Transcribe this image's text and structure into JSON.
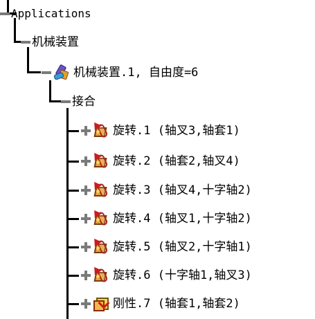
{
  "tree": {
    "root": {
      "label": "Applications"
    },
    "mechanism_node": {
      "label": "机械装置"
    },
    "mechanism_instance": {
      "label": "机械装置.1, 自由度=6",
      "icon": "mechanism-icon"
    },
    "joints_node": {
      "label": "接合"
    },
    "joints": [
      {
        "label": "旋转.1 (轴叉3,轴套1)",
        "icon": "revolute-joint-icon"
      },
      {
        "label": "旋转.2 (轴套2,轴叉4)",
        "icon": "revolute-joint-icon"
      },
      {
        "label": "旋转.3 (轴叉4,十字轴2)",
        "icon": "revolute-joint-icon"
      },
      {
        "label": "旋转.4 (轴叉1,十字轴2)",
        "icon": "revolute-joint-icon"
      },
      {
        "label": "旋转.5 (轴叉2,十字轴1)",
        "icon": "revolute-joint-icon"
      },
      {
        "label": "旋转.6 (十字轴1,轴叉3)",
        "icon": "revolute-joint-icon"
      },
      {
        "label": "刚性.7 (轴套1,轴套2)",
        "icon": "rigid-joint-icon"
      }
    ]
  },
  "colors": {
    "background": "#ffffff",
    "tree_line": "#000000",
    "expander": "#7a7a7a",
    "joint_orange": "#e7a23a",
    "joint_red": "#c81e1e",
    "rigid_yellow": "#f6d65b"
  }
}
